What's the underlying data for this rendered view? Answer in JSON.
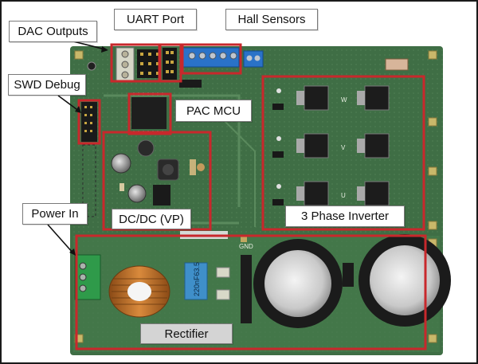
{
  "labels": {
    "dac_outputs": "DAC Outputs",
    "uart_port": "UART Port",
    "hall_sensors": "Hall Sensors",
    "swd_debug": "SWD Debug",
    "pac_mcu": "PAC MCU",
    "dcdc_vp": "DC/DC (VP)",
    "three_phase_inverter": "3 Phase Inverter",
    "power_in": "Power In",
    "rectifier": "Rectifier"
  },
  "components": {
    "capacitor_rating": "220nF63.5",
    "gnd_marking": "GND",
    "phase_w": "W",
    "phase_v": "V",
    "phase_u": "U"
  },
  "colors": {
    "pcb": "#3f6e45",
    "highlight_red": "#c8282c",
    "frame": "#1a1a1a",
    "label_fill": "#ffffff",
    "rectifier_label_fill": "#d4d4d4"
  }
}
